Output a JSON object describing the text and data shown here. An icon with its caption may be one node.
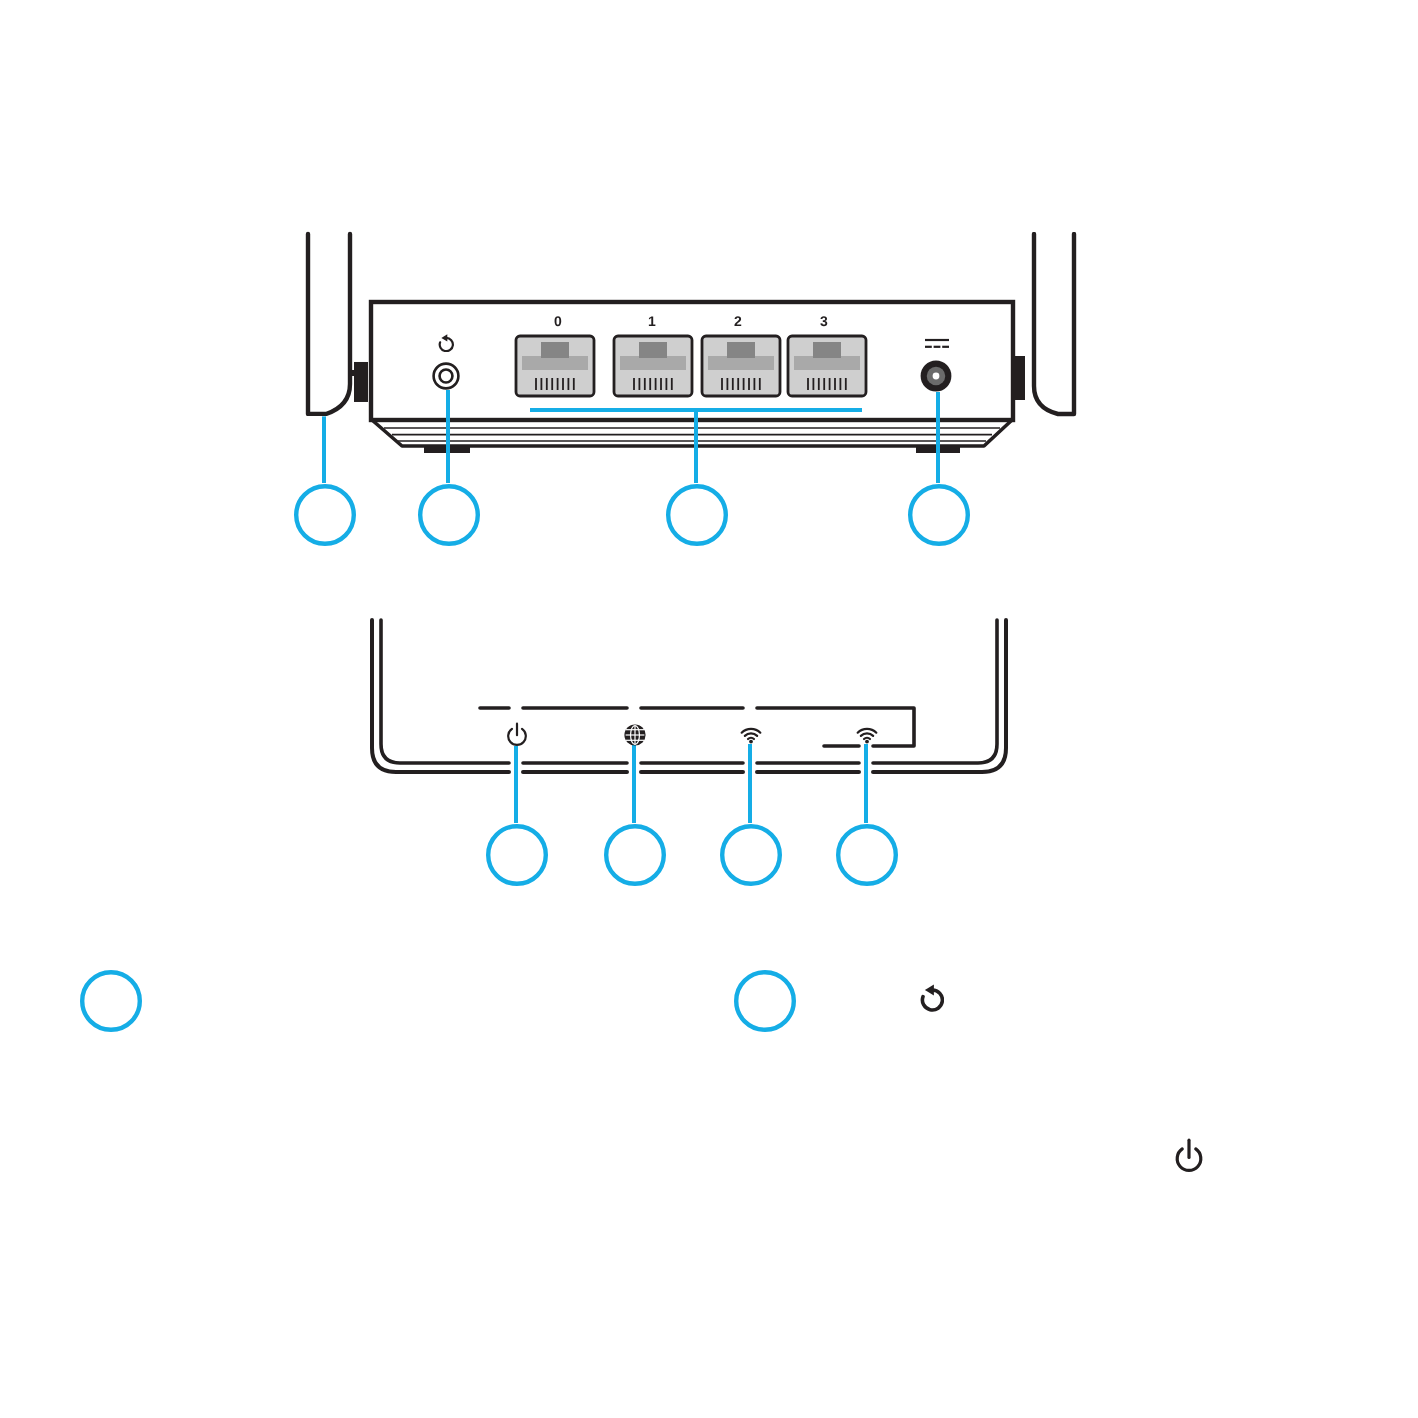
{
  "diagram": {
    "nodes": [
      {
        "text": [],
        "shape": "picture"
      },
      {
        "text": [],
        "shape": "circle"
      },
      {
        "text": [],
        "shape": "picture"
      },
      {
        "text": [],
        "shape": "circle"
      },
      {
        "text": [],
        "shape": "circle"
      },
      {
        "text": [],
        "shape": "circle"
      },
      {
        "text": [],
        "shape": "circle"
      },
      {
        "text": [],
        "shape": "circle"
      },
      {
        "text": [],
        "shape": "picture"
      },
      {
        "text": [],
        "shape": "picture"
      },
      {
        "text": [],
        "shape": "picture"
      },
      {
        "text": [],
        "shape": "picture"
      },
      {
        "text": [],
        "shape": "circle"
      },
      {
        "text": [],
        "shape": "circle"
      },
      {
        "text": [],
        "shape": "circle"
      },
      {
        "text": [],
        "shape": "circle"
      },
      {
        "text": [],
        "shape": "circle"
      },
      {
        "text": [],
        "shape": "circle"
      }
    ],
    "edges": [
      {
        "from": 4,
        "to": 0,
        "arrow": "none"
      },
      {
        "from": 5,
        "to": 1,
        "arrow": "none"
      },
      {
        "from": 6,
        "to": 2,
        "arrow": "none"
      },
      {
        "from": 7,
        "to": 3,
        "arrow": "none"
      },
      {
        "from": 12,
        "to": 8,
        "arrow": "none"
      },
      {
        "from": 13,
        "to": 9,
        "arrow": "none"
      },
      {
        "from": 14,
        "to": 10,
        "arrow": "none"
      },
      {
        "from": 15,
        "to": 11,
        "arrow": "none"
      }
    ],
    "labels": [
      "0",
      "1",
      "2",
      "3"
    ]
  }
}
